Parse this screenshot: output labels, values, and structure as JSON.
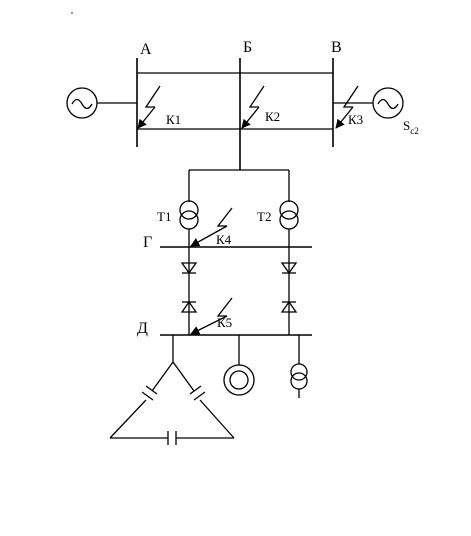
{
  "buses": {
    "a": "А",
    "b": "Б",
    "v": "В",
    "g": "Г",
    "d": "Д"
  },
  "faults": {
    "k1": "К1",
    "k2": "К2",
    "k3": "К3",
    "k4": "К4",
    "k5": "К5"
  },
  "transformers": {
    "t1": "Т1",
    "t2": "Т2"
  },
  "system": {
    "s_main": "S",
    "s_sub": "c2"
  },
  "colors": {
    "stroke": "#000000",
    "background": "#ffffff"
  }
}
